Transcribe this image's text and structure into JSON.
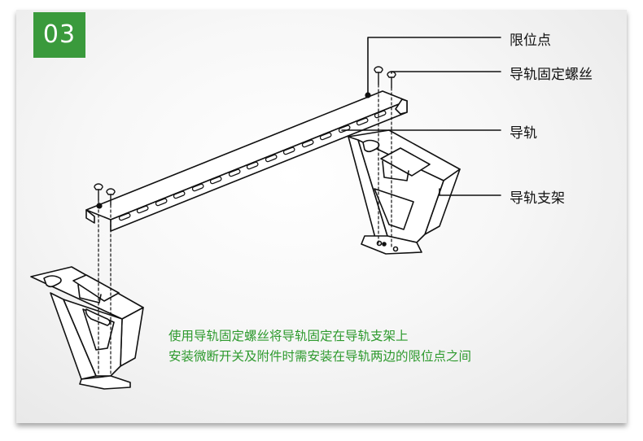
{
  "badge": {
    "number": "03"
  },
  "labels": {
    "limit_point": "限位点",
    "rail_screw": "导轨固定螺丝",
    "rail": "导轨",
    "rail_bracket": "导轨支架"
  },
  "captions": {
    "line1": "使用导轨固定螺丝将导轨固定在导轨支架上",
    "line2": "安装微断开关及附件时需安装在导轨两边的限位点之间"
  },
  "colors": {
    "badge_bg": "#3a9a3c",
    "caption_text": "#2e9a2e",
    "line": "#111111"
  }
}
